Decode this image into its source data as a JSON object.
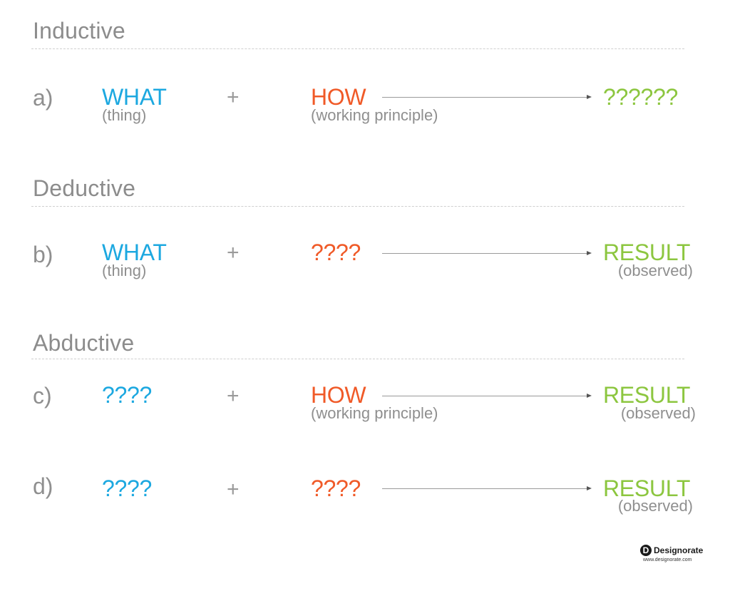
{
  "sections": {
    "inductive": "Inductive",
    "deductive": "Deductive",
    "abductive": "Abductive"
  },
  "rows": [
    {
      "label": "a)",
      "what": {
        "text": "WHAT",
        "sub": "(thing)"
      },
      "plus": "+",
      "how": {
        "text": "HOW",
        "sub": "(working principle)"
      },
      "result": {
        "text": "??????",
        "sub": ""
      }
    },
    {
      "label": "b)",
      "what": {
        "text": "WHAT",
        "sub": "(thing)"
      },
      "plus": "+",
      "how": {
        "text": "????",
        "sub": ""
      },
      "result": {
        "text": "RESULT",
        "sub": "(observed)"
      }
    },
    {
      "label": "c)",
      "what": {
        "text": "????",
        "sub": ""
      },
      "plus": "+",
      "how": {
        "text": "HOW",
        "sub": "(working principle)"
      },
      "result": {
        "text": "RESULT",
        "sub": "(observed)"
      }
    },
    {
      "label": "d)",
      "what": {
        "text": "????",
        "sub": ""
      },
      "plus": "+",
      "how": {
        "text": "????",
        "sub": ""
      },
      "result": {
        "text": "RESULT",
        "sub": "(observed)"
      }
    }
  ],
  "brand": {
    "mark": "D",
    "name": "Designorate",
    "url": "www.designorate.com"
  },
  "colors": {
    "what": "#1ca8e0",
    "how": "#f05a28",
    "result": "#8cc63f",
    "neutral": "#8f8f8f"
  }
}
